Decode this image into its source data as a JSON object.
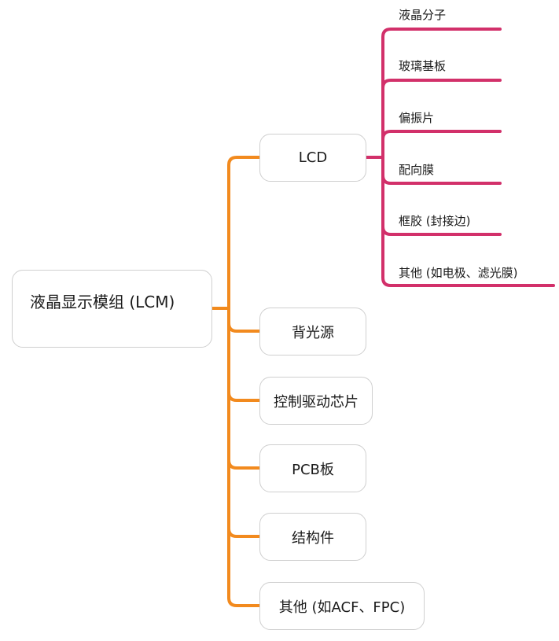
{
  "colors": {
    "level1_connector": "#F28A1E",
    "level2_connector": "#D2306A",
    "node_border": "#CFCFCF",
    "text": "#1A1A1A"
  },
  "root": {
    "label": "液晶显示模组 (LCM)"
  },
  "children": [
    {
      "label": "LCD"
    },
    {
      "label": "背光源"
    },
    {
      "label": "控制驱动芯片"
    },
    {
      "label": "PCB板"
    },
    {
      "label": "结构件"
    },
    {
      "label": "其他 (如ACF、FPC)"
    }
  ],
  "lcd_children": [
    {
      "label": "液晶分子"
    },
    {
      "label": "玻璃基板"
    },
    {
      "label": "偏振片"
    },
    {
      "label": "配向膜"
    },
    {
      "label": "框胶 (封接边)"
    },
    {
      "label": "其他 (如电极、滤光膜)"
    }
  ]
}
